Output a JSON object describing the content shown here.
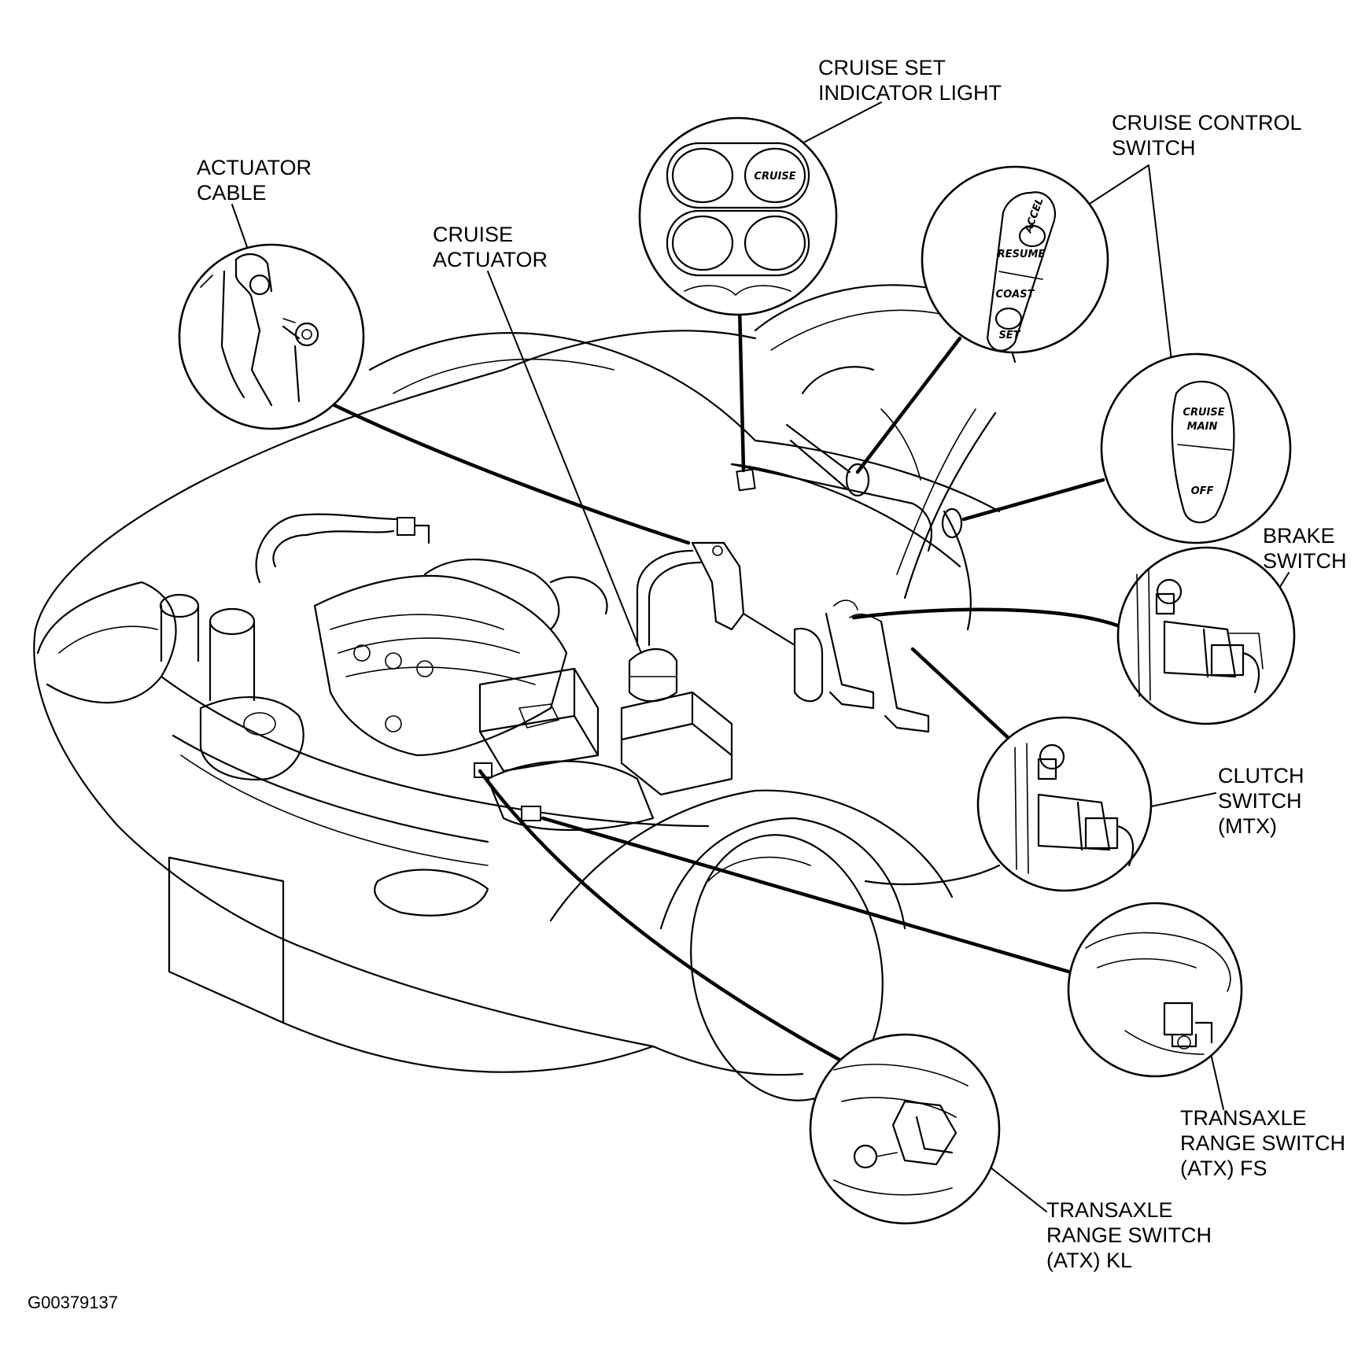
{
  "figure_id": "G00379137",
  "callouts": {
    "cruise_set_indicator_light": [
      "CRUISE SET",
      "INDICATOR LIGHT"
    ],
    "cruise_control_switch": [
      "CRUISE CONTROL",
      "SWITCH"
    ],
    "actuator_cable": [
      "ACTUATOR",
      "CABLE"
    ],
    "cruise_actuator": [
      "CRUISE",
      "ACTUATOR"
    ],
    "brake_switch": [
      "BRAKE",
      "SWITCH"
    ],
    "clutch_switch": [
      "CLUTCH",
      "SWITCH",
      "(MTX)"
    ],
    "transaxle_fs": [
      "TRANSAXLE",
      "RANGE SWITCH",
      "(ATX) FS"
    ],
    "transaxle_kl": [
      "TRANSAXLE",
      "RANGE SWITCH",
      "(ATX) KL"
    ]
  },
  "inset_labels": {
    "indicator": "CRUISE",
    "switch_accel": "ACCEL",
    "switch_resume": "RESUME",
    "switch_coast": "COAST",
    "switch_set": "SET",
    "main_cruise": "CRUISE",
    "main_main": "MAIN",
    "main_off": "OFF"
  }
}
